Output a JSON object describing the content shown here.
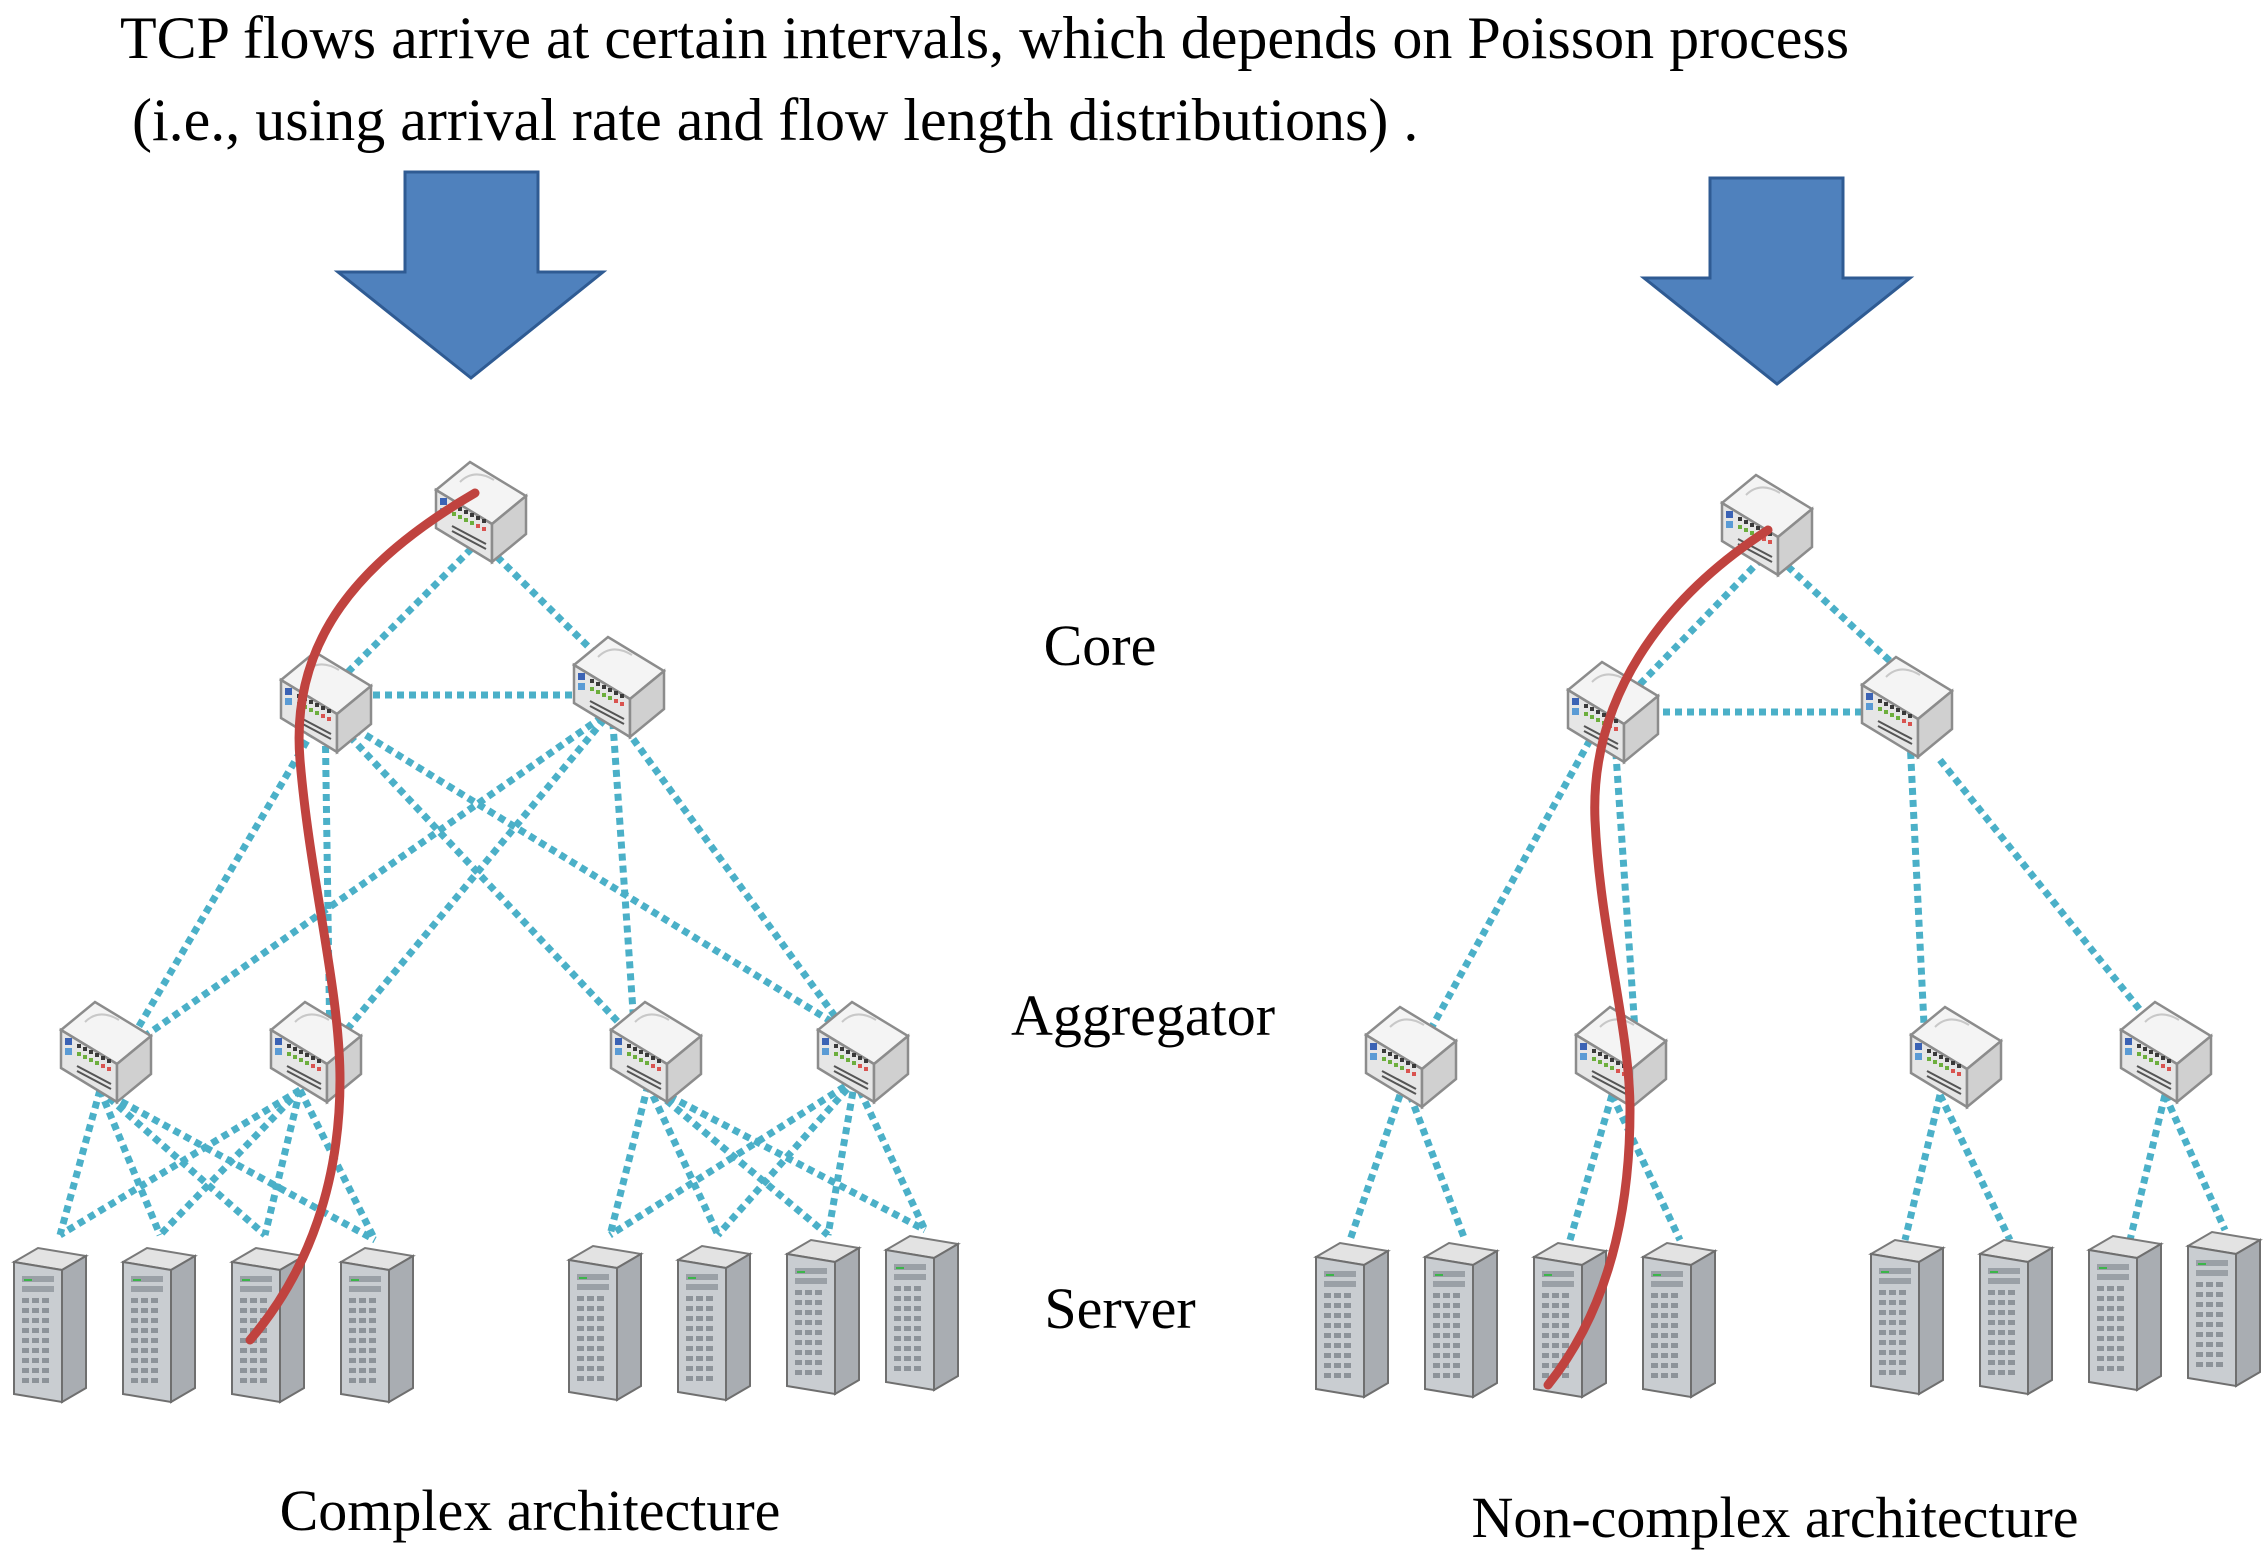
{
  "title_line1": "TCP flows arrive at certain intervals, which depends on Poisson process",
  "title_line2": "(i.e., using arrival rate and flow length distributions) .",
  "layers": {
    "core": "Core",
    "aggregator": "Aggregator",
    "server": "Server"
  },
  "captions": {
    "complex": "Complex architecture",
    "non_complex": "Non-complex architecture"
  },
  "colors": {
    "arrow": "#4f81bd",
    "link": "#4bb0c8",
    "flow": "#c0433f"
  },
  "icons": [
    "network-switch-icon",
    "server-icon",
    "down-arrow-icon"
  ]
}
